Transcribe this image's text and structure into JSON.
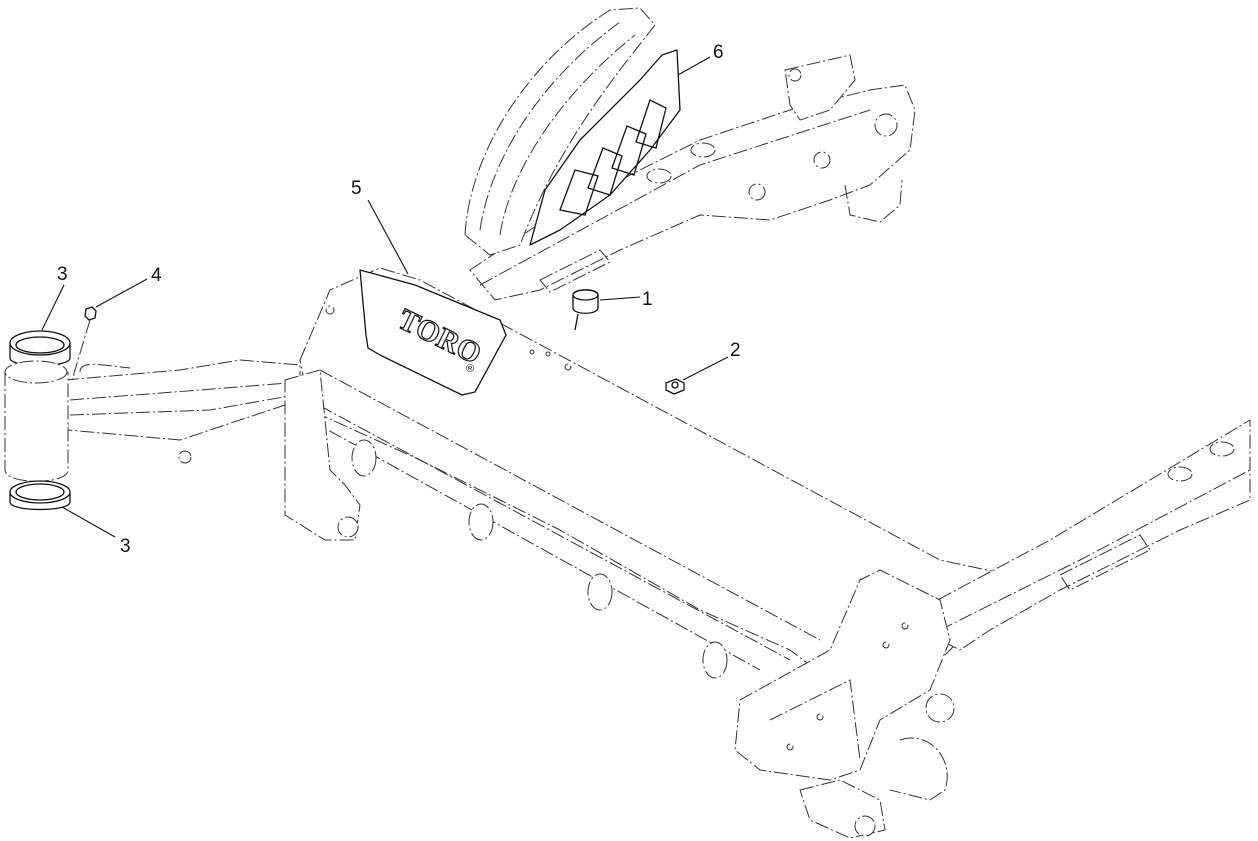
{
  "callouts": [
    {
      "id": "callout-1",
      "label": "1"
    },
    {
      "id": "callout-2",
      "label": "2"
    },
    {
      "id": "callout-3-upper",
      "label": "3"
    },
    {
      "id": "callout-3-lower",
      "label": "3"
    },
    {
      "id": "callout-4",
      "label": "4"
    },
    {
      "id": "callout-5",
      "label": "5"
    },
    {
      "id": "callout-6",
      "label": "6"
    }
  ],
  "logo": {
    "text": "TORO",
    "mark": "®"
  }
}
